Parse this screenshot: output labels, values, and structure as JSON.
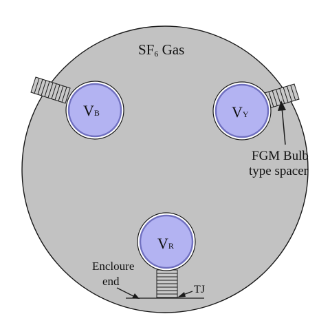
{
  "gas_label": {
    "main": "SF",
    "sub": "6",
    "tail": " Gas"
  },
  "conductors": {
    "blue": {
      "main": "V",
      "sub": "B"
    },
    "yellow": {
      "main": "V",
      "sub": "Y"
    },
    "red": {
      "main": "V",
      "sub": "R"
    }
  },
  "spacer_label": {
    "line1": "FGM Bulb",
    "line2": "type spacer"
  },
  "enclosure_end_label": {
    "line1": "Encloure",
    "line2": "end"
  },
  "tj_label": "TJ",
  "colors": {
    "enclosure_fill": "#c2c2c2",
    "conductor_fill": "#b3b3f2",
    "conductor_ring": "#7070c0",
    "outline": "#1a1a1a"
  }
}
